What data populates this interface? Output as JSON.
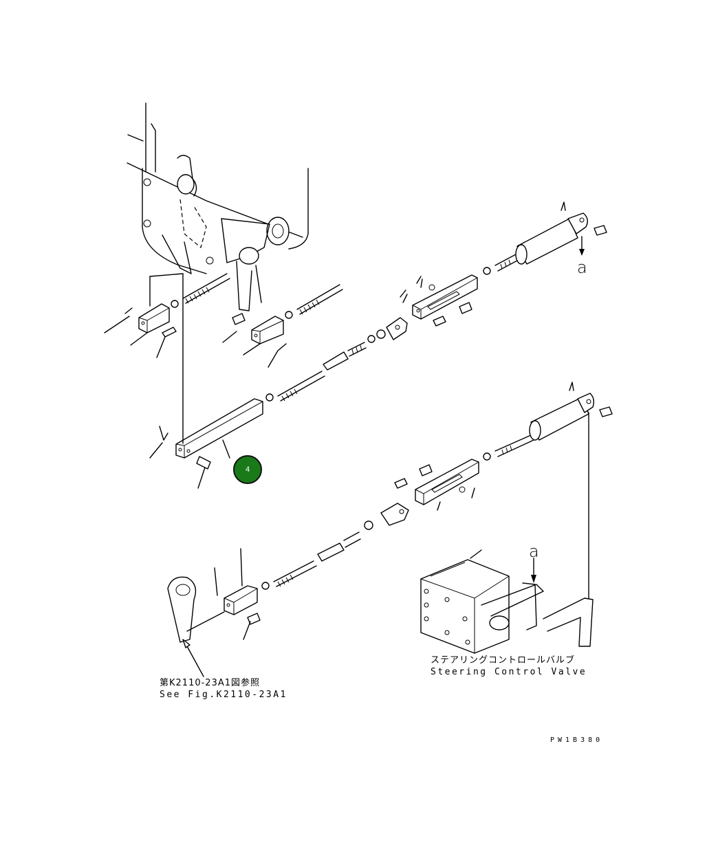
{
  "callout": {
    "number": "4",
    "color": "#1a7a1a"
  },
  "labels": {
    "reference_jp": "第K2110-23A1図参照",
    "reference_en": "See Fig.K2110-23A1",
    "valve_jp": "ステアリングコントロールバルブ",
    "valve_en": "Steering Control Valve",
    "arrow_tag_top": "a",
    "arrow_tag_bottom": "a",
    "drawing_code": "PW1B380"
  }
}
